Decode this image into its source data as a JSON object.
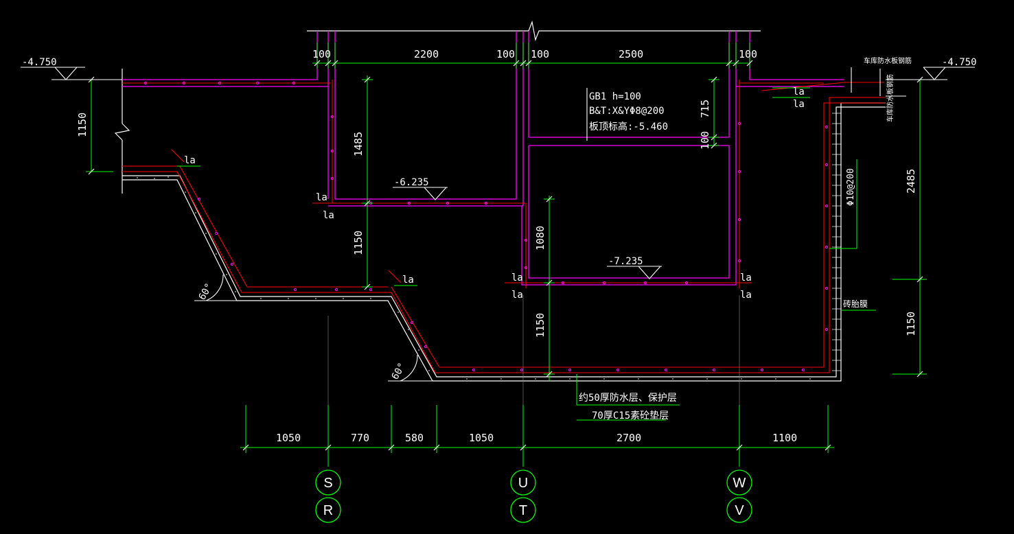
{
  "colors": {
    "background": "#000000",
    "dimension_green": "#00ff00",
    "wall_magenta": "#ff00ff",
    "rebar_red": "#ff0000",
    "outline_white": "#ffffff",
    "axis_circle": "#00ff00"
  },
  "top_dims": {
    "d1": "100",
    "d2": "2200",
    "d3": "100",
    "d4": "100",
    "d5": "2500",
    "d6": "100"
  },
  "bottom_dims": {
    "b1": "1050",
    "b2": "770",
    "b3": "580",
    "b4": "1050",
    "b5": "2700",
    "b6": "1100"
  },
  "vertical_dims": {
    "left_1150": "1150",
    "v_1485": "1485",
    "v_1150_mid": "1150",
    "v_1080": "1080",
    "v_1150_low": "1150",
    "v_715": "715",
    "v_100": "100",
    "right_2485": "2485",
    "right_1150": "1150"
  },
  "elevations": {
    "left": "-4.750",
    "right": "-4.750",
    "mid": "-6.235",
    "low": "-7.235"
  },
  "notes": {
    "gb_line1": "GB1 h=100",
    "gb_line2": "B&T:X&YΦ8@200",
    "gb_line3": "板顶标高:-5.460",
    "waterproof_layer": "约50厚防水层、保护层",
    "cushion_layer": "70厚C15素砼垫层",
    "brick_wall": "砖胎膜",
    "rebar_right": "Φ10@200",
    "garage_top": "车库防水板钢筋",
    "garage_side": "车库防水板钢筋"
  },
  "anchor_labels": {
    "la": "la"
  },
  "angles": {
    "left": "60°",
    "right": "60°"
  },
  "axes": [
    {
      "top": "S",
      "bottom": "R"
    },
    {
      "top": "U",
      "bottom": "T"
    },
    {
      "top": "W",
      "bottom": "V"
    }
  ]
}
